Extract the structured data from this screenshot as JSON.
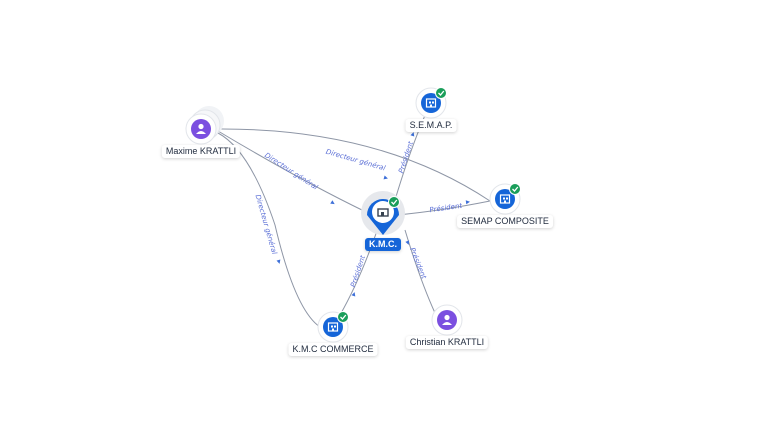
{
  "nodes": {
    "maxime": {
      "label": "Maxime KRATTLI",
      "type": "person",
      "icon": "person-icon"
    },
    "semap": {
      "label": "S.E.M.A.P.",
      "type": "company",
      "icon": "company-icon",
      "verified": true
    },
    "semap_composite": {
      "label": "SEMAP COMPOSITE",
      "type": "company",
      "icon": "company-icon",
      "verified": true
    },
    "kmc": {
      "label": "K.M.C.",
      "type": "company",
      "icon": "company-icon",
      "verified": true,
      "focus": true
    },
    "kmc_commerce": {
      "label": "K.M.C COMMERCE",
      "type": "company",
      "icon": "company-icon",
      "verified": true
    },
    "christian": {
      "label": "Christian KRATTLI",
      "type": "person",
      "icon": "person-icon"
    }
  },
  "edges": [
    {
      "from": "maxime",
      "to": "semap_composite",
      "label": "Directeur général"
    },
    {
      "from": "maxime",
      "to": "kmc",
      "label": "Directeur général"
    },
    {
      "from": "maxime",
      "to": "kmc_commerce",
      "label": "Directeur général"
    },
    {
      "from": "kmc",
      "to": "semap",
      "label": "Président"
    },
    {
      "from": "kmc",
      "to": "semap_composite",
      "label": "Président"
    },
    {
      "from": "kmc",
      "to": "kmc_commerce",
      "label": "Président"
    },
    {
      "from": "christian",
      "to": "kmc",
      "label": "Président"
    }
  ],
  "colors": {
    "company": "#1565d8",
    "person": "#7b4fe0",
    "verified": "#1a9e5a",
    "edge": "#8e96a6",
    "edge_label": "#5b6fd6"
  }
}
